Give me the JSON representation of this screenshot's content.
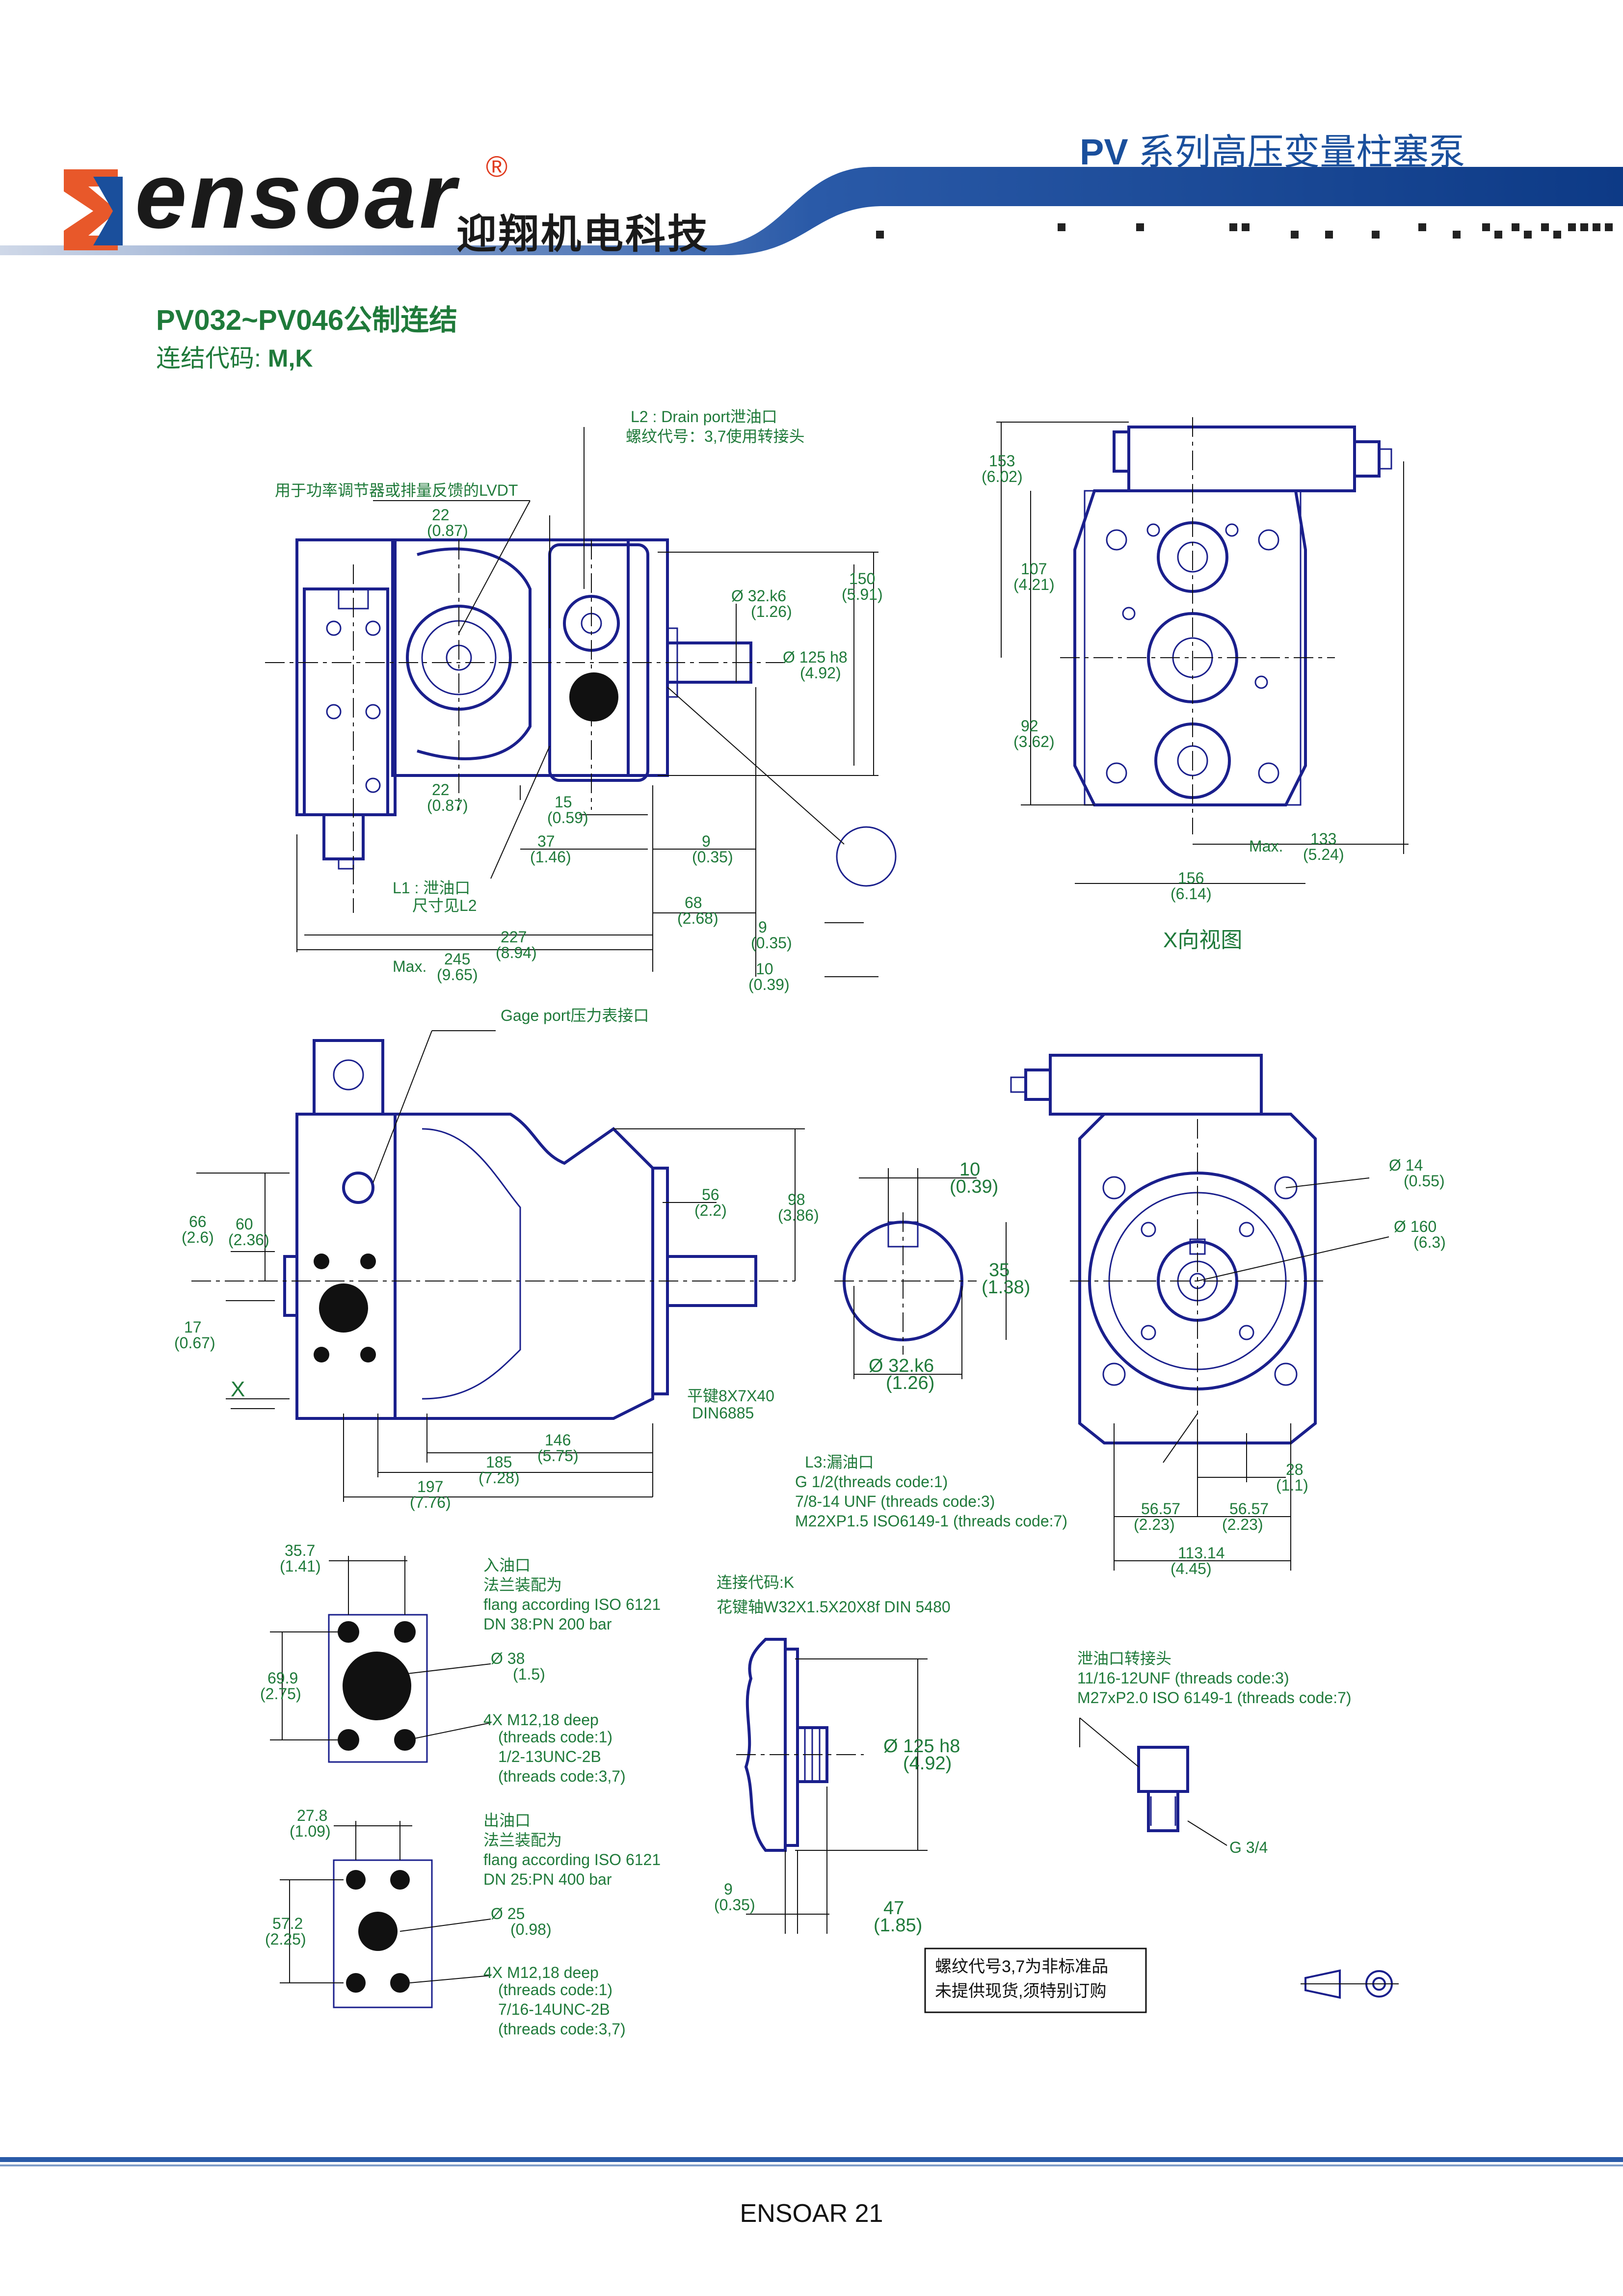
{
  "header": {
    "title_bold": "PV",
    "title_rest": " 系列高压变量柱塞泵",
    "logo_text": "ensoar",
    "logo_reg": "®",
    "logo_cn": "迎翔机电科技"
  },
  "section": {
    "title": "PV032~PV046公制连结",
    "code_label": "连结代码: ",
    "code_value": "M,K"
  },
  "top_left_view": {
    "l2_label_1": "L2 : Drain port泄油口",
    "l2_label_2": "螺纹代号：3,7使用转接头",
    "lvdt_label": "用于功率调节器或排量反馈的LVDT",
    "d22a": "22",
    "d22a_in": "(0.87)",
    "d22b": "22",
    "d22b_in": "(0.87)",
    "d150": "150",
    "d150_in": "(5.91)",
    "d32": "Ø 32.k6",
    "d32_in": "(1.26)",
    "d125": "Ø 125 h8",
    "d125_in": "(4.92)",
    "d15": "15",
    "d15_in": "(0.59)",
    "d37": "37",
    "d37_in": "(1.46)",
    "d9a": "9",
    "d9a_in": "(0.35)",
    "d68": "68",
    "d68_in": "(2.68)",
    "d9b": "9",
    "d9b_in": "(0.35)",
    "d10": "10",
    "d10_in": "(0.39)",
    "l1_label_1": "L1 : 泄油口",
    "l1_label_2": "尺寸见L2",
    "d227": "227",
    "d227_in": "(8.94)",
    "d245_pre": "Max.",
    "d245": "245",
    "d245_in": "(9.65)"
  },
  "top_right_view": {
    "d153": "153",
    "d153_in": "(6.02)",
    "d107": "107",
    "d107_in": "(4.21)",
    "d92": "92",
    "d92_in": "(3.62)",
    "d133_pre": "Max.",
    "d133": "133",
    "d133_in": "(5.24)",
    "d156": "156",
    "d156_in": "(6.14)",
    "caption": "X向视图"
  },
  "mid_left_view": {
    "gage_label": "Gage port压力表接口",
    "d56": "56",
    "d56_in": "(2.2)",
    "d98": "98",
    "d98_in": "(3.86)",
    "d66": "66",
    "d66_in": "(2.6)",
    "d60": "60",
    "d60_in": "(2.36)",
    "d17": "17",
    "d17_in": "(0.67)",
    "x_label": "X",
    "key_label_1": "平键8X7X40",
    "key_label_2": "DIN6885",
    "d146": "146",
    "d146_in": "(5.75)",
    "d185": "185",
    "d185_in": "(7.28)",
    "d197": "197",
    "d197_in": "(7.76)"
  },
  "shaft_view": {
    "d10": "10",
    "d10_in": "(0.39)",
    "d35": "35",
    "d35_in": "(1.38)",
    "d32": "Ø 32.k6",
    "d32_in": "(1.26)"
  },
  "mid_right_view": {
    "d14": "Ø 14",
    "d14_in": "(0.55)",
    "d160": "Ø 160",
    "d160_in": "(6.3)",
    "l3_label": "L3:漏油口",
    "l3_line1": "G 1/2(threads code:1)",
    "l3_line2": "7/8-14 UNF (threads code:3)",
    "l3_line3": "M22XP1.5 ISO6149-1 (threads code:7)",
    "d28": "28",
    "d28_in": "(1.1)",
    "d5657a": "56.57",
    "d5657a_in": "(2.23)",
    "d5657b": "56.57",
    "d5657b_in": "(2.23)",
    "d11314": "113.14",
    "d11314_in": "(4.45)"
  },
  "inlet_flange": {
    "d357": "35.7",
    "d357_in": "(1.41)",
    "d699": "69.9",
    "d699_in": "(2.75)",
    "title": "入油口",
    "line1": "法兰装配为",
    "line2": "flang according ISO 6121",
    "line3": "DN 38:PN 200 bar",
    "d38": "Ø 38",
    "d38_in": "(1.5)",
    "bolt1": "4X M12,18 deep",
    "bolt2": "(threads code:1)",
    "bolt3": "1/2-13UNC-2B",
    "bolt4": "(threads code:3,7)"
  },
  "outlet_flange": {
    "d278": "27.8",
    "d278_in": "(1.09)",
    "d572": "57.2",
    "d572_in": "(2.25)",
    "title": "出油口",
    "line1": "法兰装配为",
    "line2": "flang according ISO 6121",
    "line3": "DN 25:PN 400 bar",
    "d25": "Ø 25",
    "d25_in": "(0.98)",
    "bolt1": "4X M12,18 deep",
    "bolt2": "(threads code:1)",
    "bolt3": "7/16-14UNC-2B",
    "bolt4": "(threads code:3,7)"
  },
  "spline_view": {
    "line1": "连接代码:K",
    "line2": "花键轴W32X1.5X20X8f DIN 5480",
    "d125": "Ø 125 h8",
    "d125_in": "(4.92)",
    "d9": "9",
    "d9_in": "(0.35)",
    "d47": "47",
    "d47_in": "(1.85)"
  },
  "drain_adapter": {
    "line1": "泄油口转接头",
    "line2": "11/16-12UNF (threads code:3)",
    "line3": "M27xP2.0  ISO 6149-1 (threads code:7)",
    "g34": "G 3/4"
  },
  "note": {
    "line1": "螺纹代号3,7为非标准品",
    "line2": "未提供现货,须特别订购"
  },
  "footer": {
    "text": "ENSOAR 21"
  },
  "colors": {
    "brand_blue": "#1a4f9c",
    "dim_green": "#1f7a3a",
    "part_navy": "#1a1f8c",
    "logo_orange": "#e8582a"
  }
}
